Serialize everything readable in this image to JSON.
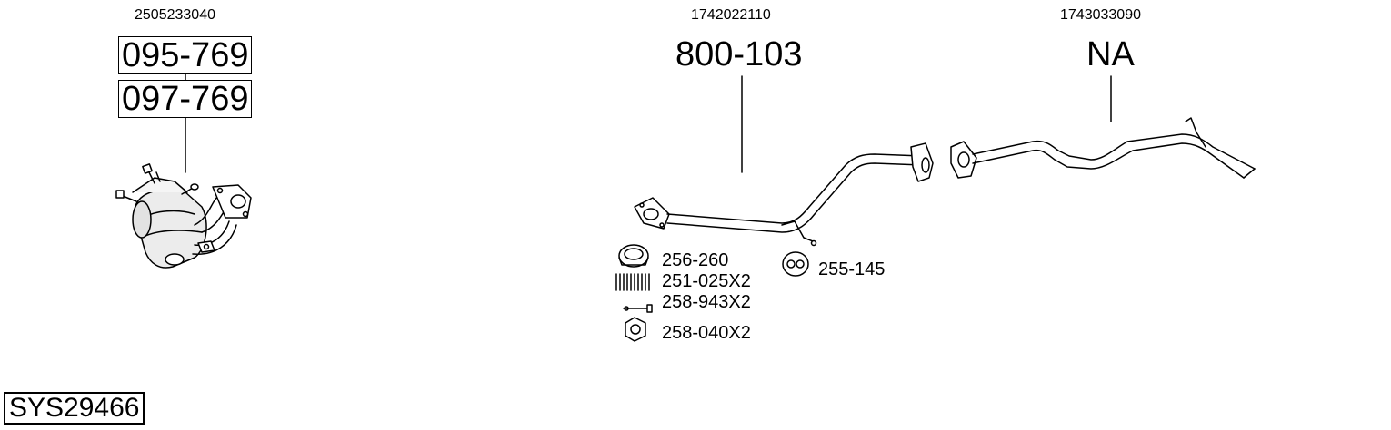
{
  "groups": [
    {
      "oem": "2505233040",
      "refs": [
        "095-769",
        "097-769"
      ]
    },
    {
      "oem": "1742022110",
      "refs": [
        "800-103"
      ]
    },
    {
      "oem": "1743033090",
      "refs": [
        "NA"
      ]
    }
  ],
  "accessories": {
    "gasket": "256-260",
    "spring": "251-025X2",
    "bolt": "258-943X2",
    "nut": "258-040X2",
    "hanger": "255-145"
  },
  "system_id": "SYS29466"
}
